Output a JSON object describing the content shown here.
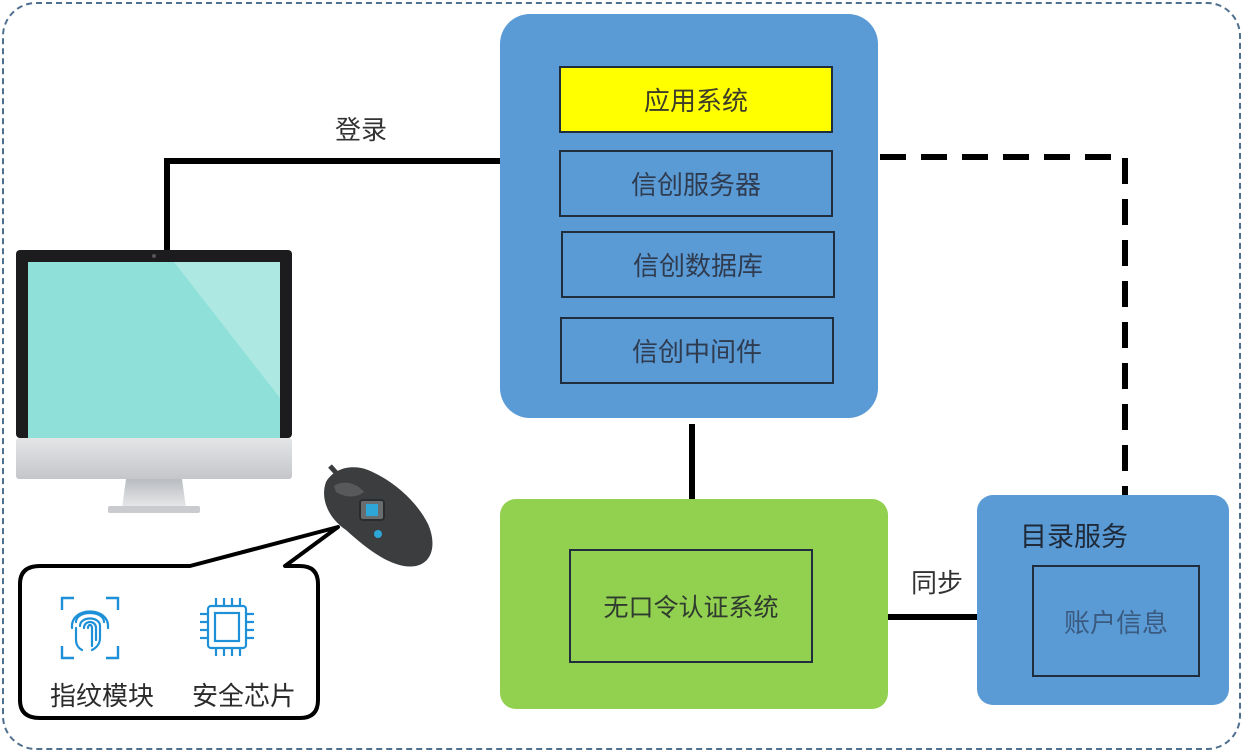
{
  "diagram": {
    "server": {
      "tiers": [
        "应用系统",
        "信创服务器",
        "信创数据库",
        "信创中间件"
      ]
    },
    "auth_system": "无口令认证系统",
    "directory": {
      "title": "目录服务",
      "inner": "账户信息"
    },
    "edges": {
      "login": "登录",
      "sync": "同步"
    },
    "features": [
      {
        "label": "指纹模块",
        "icon": "fingerprint-icon"
      },
      {
        "label": "安全芯片",
        "icon": "chip-icon"
      }
    ],
    "colors": {
      "server_blue": "#5a9bd6",
      "app_yellow": "#ffff00",
      "auth_green": "#92d050",
      "screen_cyan": "#8fe0d8",
      "feature_icon_blue": "#1e90d8"
    }
  }
}
